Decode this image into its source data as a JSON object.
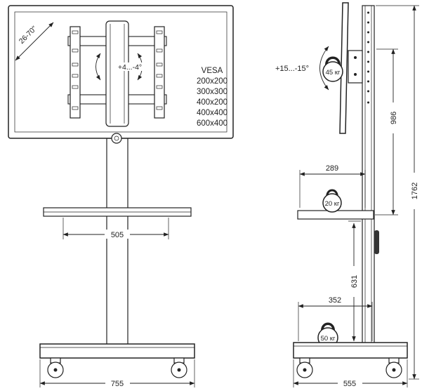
{
  "diagram": {
    "front": {
      "screen_range": "26-70\"",
      "swivel": "+4...-4°",
      "vesa_title": "VESA",
      "vesa_sizes": [
        "200x200",
        "300x300",
        "400x200",
        "400x400",
        "600x400"
      ],
      "shelf_width": "505",
      "base_width": "755"
    },
    "side": {
      "tilt": "+15...-15°",
      "max_load_mount": "45 кг",
      "max_load_shelf": "20 кг",
      "max_load_base": "50 кг",
      "mount_to_shelf": "986",
      "shelf_depth": "289",
      "total_height": "1762",
      "shelf_height": "631",
      "base_inner_depth": "352",
      "base_depth": "555"
    },
    "colors": {
      "line": "#222222",
      "background": "#ffffff"
    }
  }
}
